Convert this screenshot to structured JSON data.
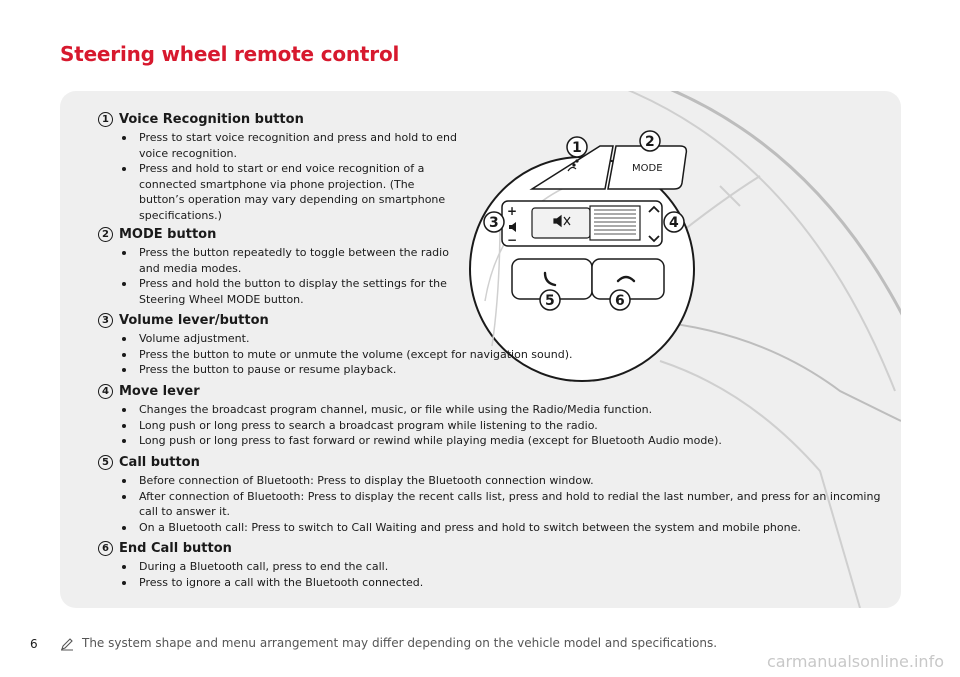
{
  "page": {
    "title": "Steering wheel remote control",
    "page_number": "6",
    "note": "The system shape and menu arrangement may differ depending on the vehicle model and specifications.",
    "watermark": "carmanualsonline.info"
  },
  "diagram": {
    "mode_label": "MODE",
    "plus_label": "+",
    "minus_label": "−",
    "callouts": [
      "1",
      "2",
      "3",
      "4",
      "5",
      "6"
    ]
  },
  "sections": [
    {
      "number": "1",
      "title": "Voice Recognition button",
      "bullets": [
        "Press to start voice recognition and press and hold to end voice recognition.",
        "Press and hold to start or end voice recognition of a connected smartphone via phone projection. (The button’s operation may vary depending on smartphone specifications.)"
      ]
    },
    {
      "number": "2",
      "title": "MODE button",
      "bullets": [
        "Press the button repeatedly to toggle between the radio and media modes.",
        "Press and hold the button to display the settings for the Steering Wheel MODE button."
      ]
    },
    {
      "number": "3",
      "title": "Volume lever/button",
      "bullets": [
        "Volume adjustment.",
        "Press the button to mute or unmute the volume (except for navigation sound).",
        "Press the button to pause or resume playback."
      ]
    },
    {
      "number": "4",
      "title": "Move lever",
      "bullets": [
        "Changes the broadcast program channel, music, or file while using the Radio/Media function.",
        "Long push or long press to search a broadcast program while listening to the radio.",
        "Long push or long press to fast forward or rewind while playing media (except for Bluetooth Audio mode)."
      ]
    },
    {
      "number": "5",
      "title": "Call button",
      "bullets": [
        "Before connection of Bluetooth: Press to display the Bluetooth connection window.",
        "After connection of Bluetooth: Press to display the recent calls list, press and hold to redial the last number, and press for an incoming call to answer it.",
        "On a Bluetooth call: Press to switch to Call Waiting and press and hold to switch between the system and mobile phone."
      ]
    },
    {
      "number": "6",
      "title": "End Call button",
      "bullets": [
        "During a Bluetooth call, press to end the call.",
        "Press to ignore a call with the Bluetooth connected."
      ]
    }
  ]
}
